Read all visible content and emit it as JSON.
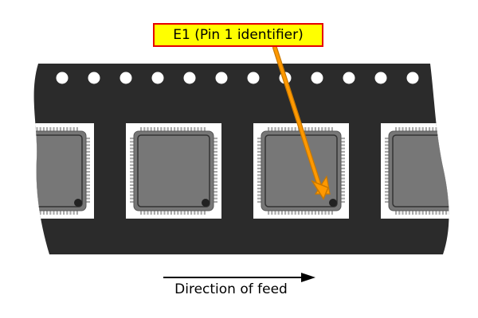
{
  "callout": {
    "label": "E1 (Pin 1 identifier)",
    "fill_color": "#ffff00",
    "border_color": "#e60000",
    "arrow_color": "#ff9900"
  },
  "feed": {
    "label": "Direction of feed"
  },
  "tape": {
    "color": "#2b2b2b",
    "sprocket_hole_count": 12,
    "pocket_count": 4
  },
  "chip": {
    "package_color": "#777777",
    "lead_color": "#aaaaaa",
    "pin1_dot_color": "#222222"
  }
}
